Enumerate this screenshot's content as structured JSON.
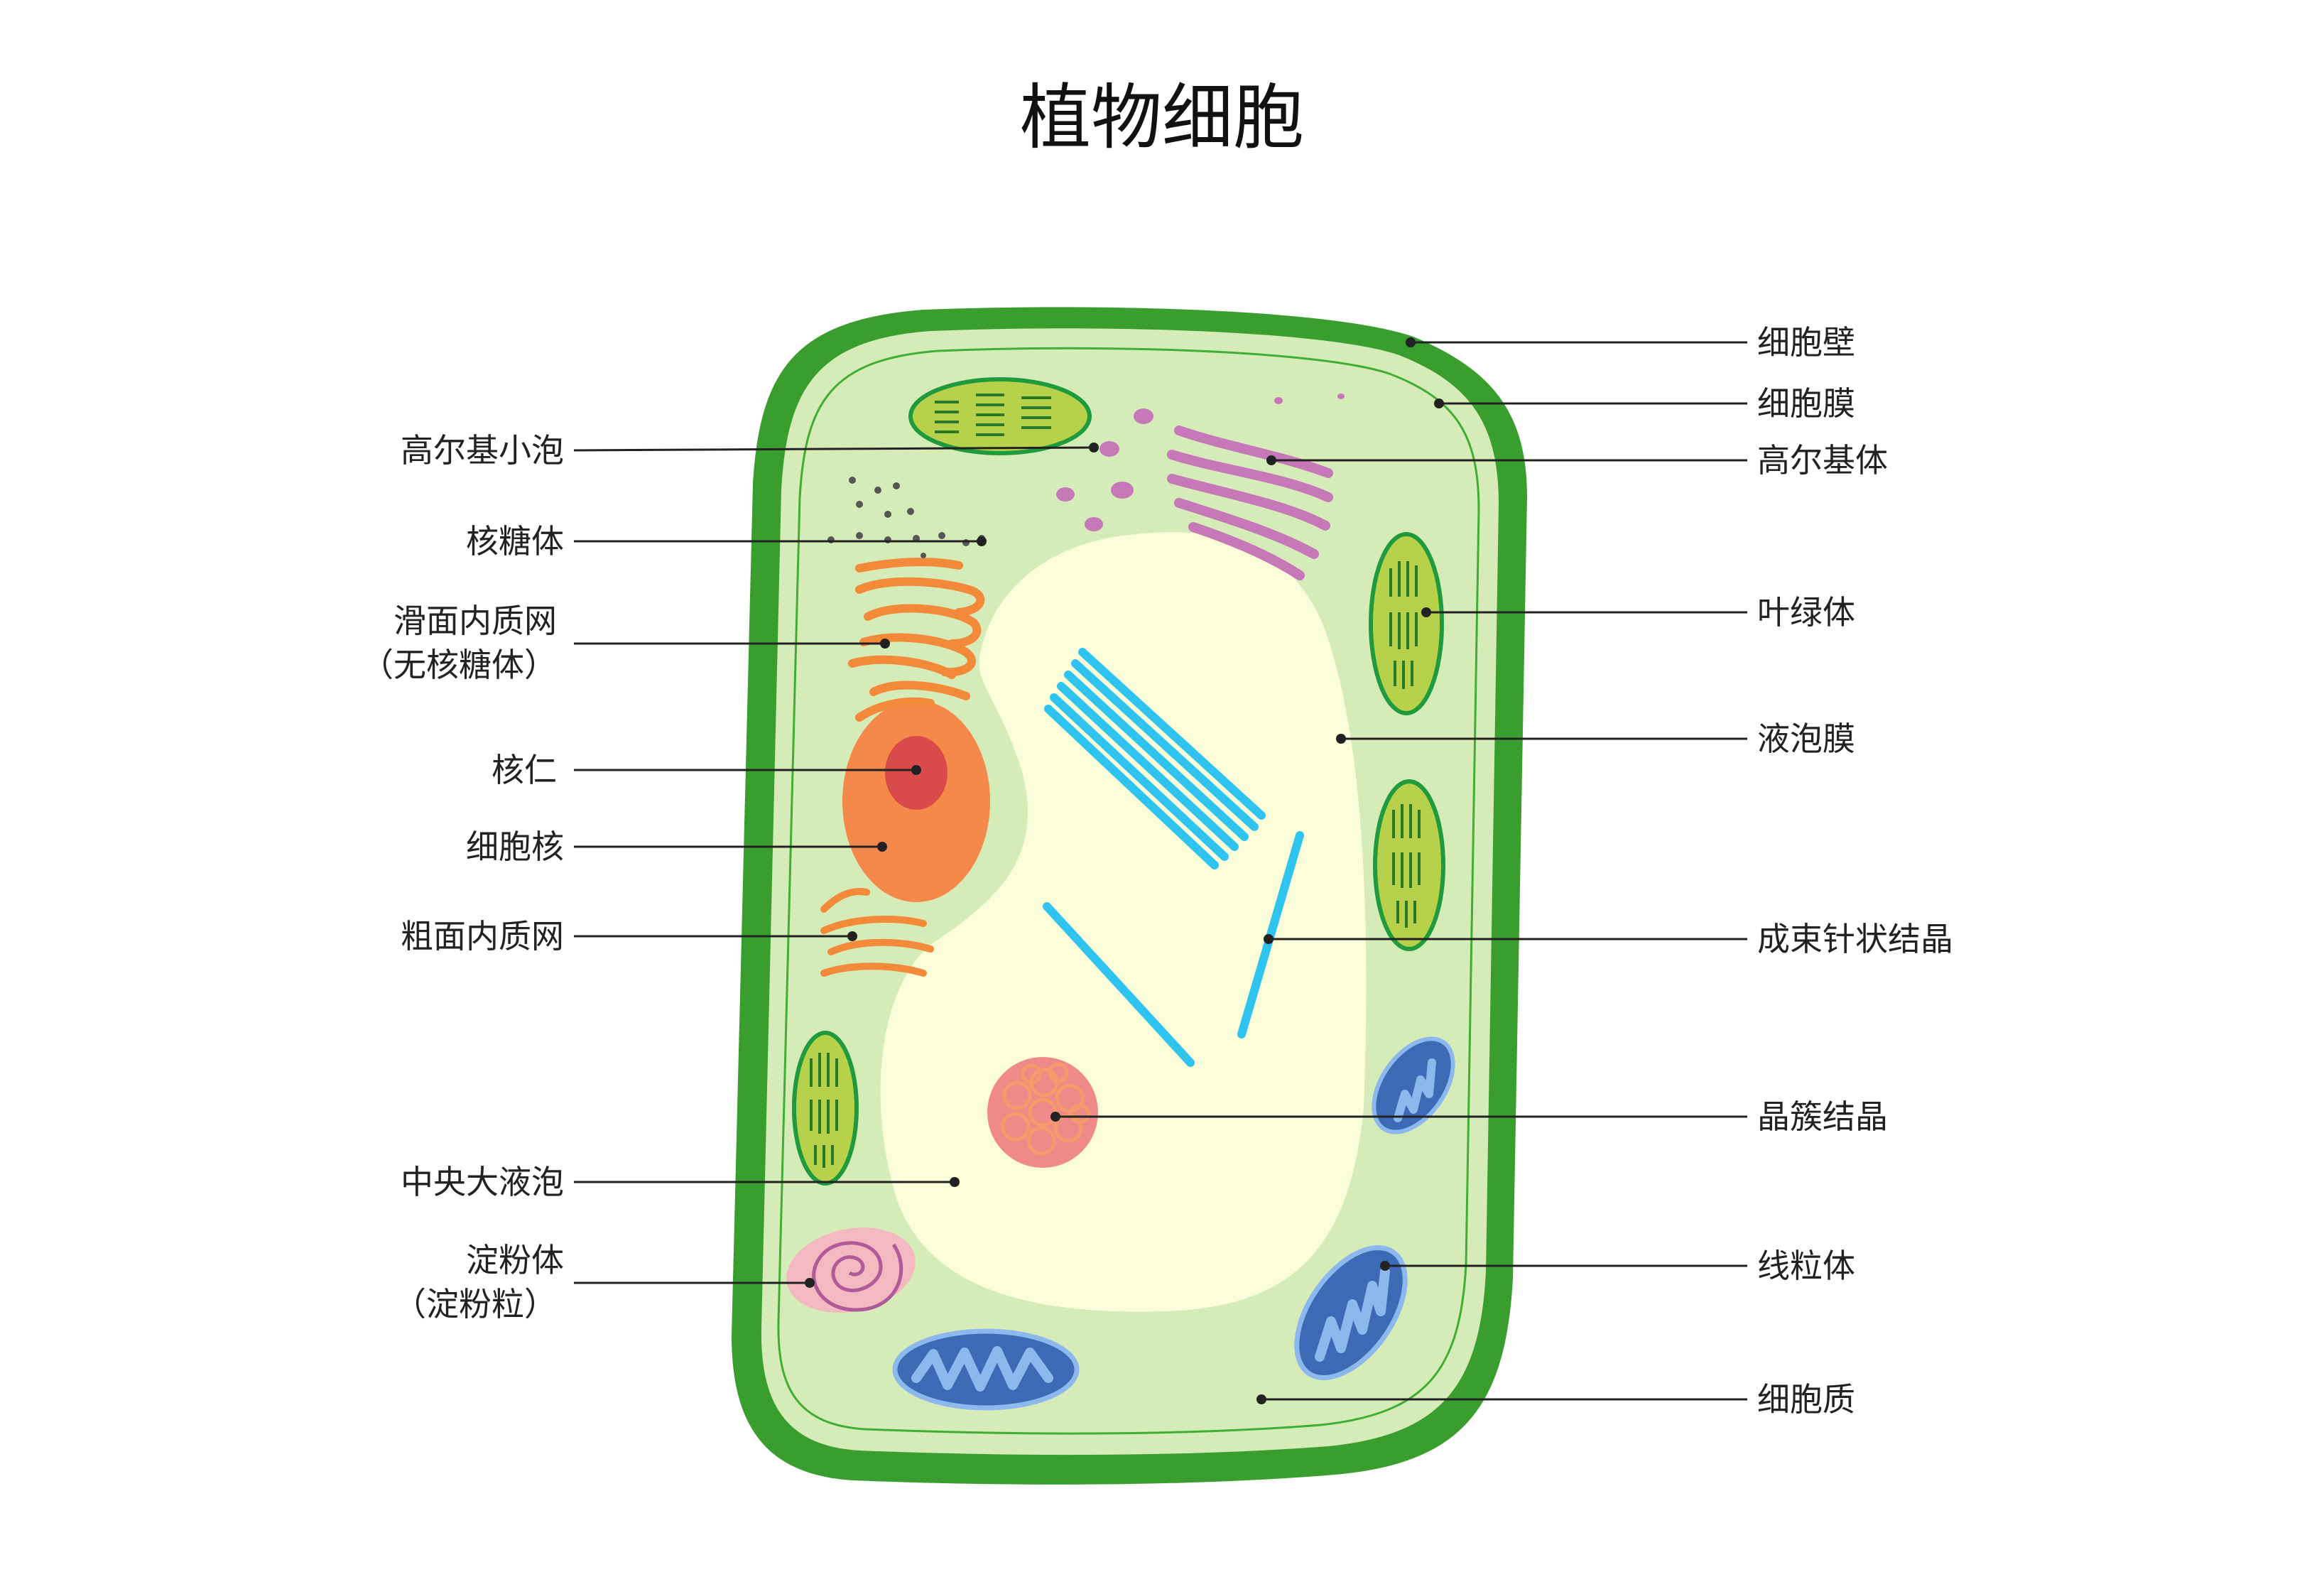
{
  "title": "植物细胞",
  "colors": {
    "cell_wall": "#3a9e2f",
    "cell_membrane": "#3fae32",
    "cytoplasm": "#d6ecb8",
    "vacuole": "#fbfcd8",
    "chloroplast_fill": "#b7d24a",
    "chloroplast_border": "#1f9a3c",
    "mitochondria_fill": "#3c6ab5",
    "mitochondria_inner": "#8db8ee",
    "nucleus": "#f4894a",
    "nucleolus": "#d94a4a",
    "er": "#f28a3a",
    "golgi": "#c678b8",
    "raphide": "#2fc4f0",
    "druse": "#f08a88",
    "amyloplast": "#f4b8c0",
    "ribosome": "#555555"
  },
  "labels": {
    "left": {
      "golgi_vesicle": "高尔基小泡",
      "ribosome": "核糖体",
      "smooth_er_line1": "滑面内质网",
      "smooth_er_line2": "（无核糖体）",
      "nucleolus": "核仁",
      "nucleus": "细胞核",
      "rough_er": "粗面内质网",
      "central_vacuole": "中央大液泡",
      "amyloplast_line1": "淀粉体",
      "amyloplast_line2": "（淀粉粒）"
    },
    "right": {
      "cell_wall": "细胞壁",
      "cell_membrane": "细胞膜",
      "golgi": "高尔基体",
      "chloroplast": "叶绿体",
      "tonoplast": "液泡膜",
      "raphide": "成束针状结晶",
      "druse": "晶簇结晶",
      "mitochondria": "线粒体",
      "cytoplasm": "细胞质"
    }
  }
}
